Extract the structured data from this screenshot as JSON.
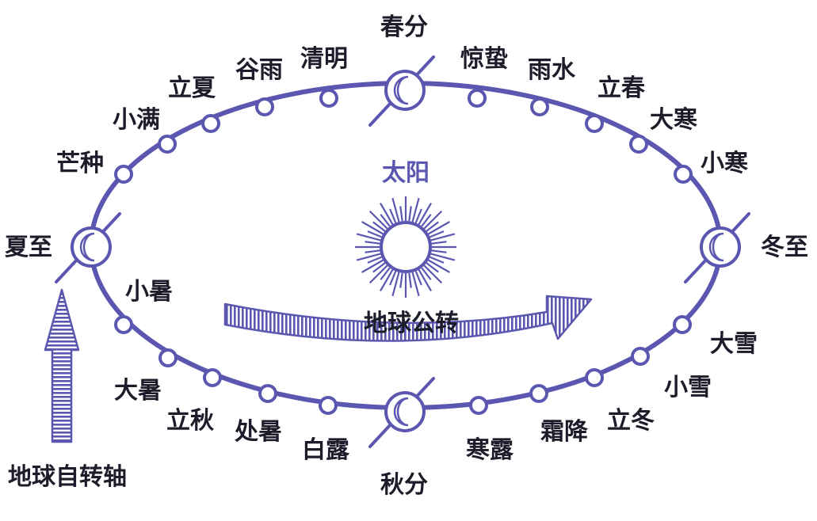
{
  "colors": {
    "orbit": "#5b57b0",
    "text": "#1c1c2a",
    "sun": "#5b57b0",
    "fill": "#ffffff"
  },
  "sun": {
    "label": "太阳",
    "icon": "sun-icon"
  },
  "revolution_label": "地球公转",
  "axis_label": "地球自转轴",
  "major_terms": {
    "spring_equinox": "春分",
    "summer_solstice": "夏至",
    "autumn_equinox": "秋分",
    "winter_solstice": "冬至"
  },
  "minor_terms": {
    "qingming": "清明",
    "guyu": "谷雨",
    "lixia": "立夏",
    "xiaoman": "小满",
    "mangzhong": "芒种",
    "jingzhe": "惊蛰",
    "yushui": "雨水",
    "lichun": "立春",
    "dahan": "大寒",
    "xiaohan": "小寒",
    "xiaoshu": "小暑",
    "dashu": "大暑",
    "liqiu": "立秋",
    "chushu": "处暑",
    "bailu": "白露",
    "hanlu": "寒露",
    "shuangjiang": "霜降",
    "lidong": "立冬",
    "xiaoxue": "小雪",
    "daxue": "大雪"
  }
}
